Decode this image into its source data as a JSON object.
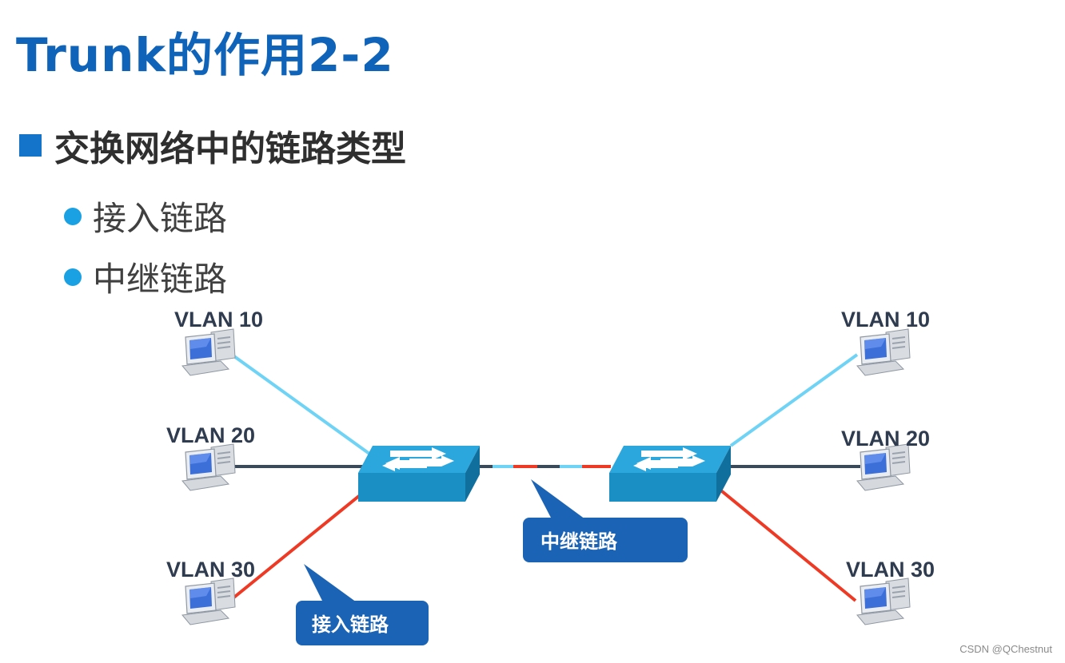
{
  "title": "Trunk的作用2-2",
  "heading": "交换网络中的链路类型",
  "bullets": [
    "接入链路",
    "中继链路"
  ],
  "vlans": {
    "left": [
      "VLAN 10",
      "VLAN 20",
      "VLAN 30"
    ],
    "right": [
      "VLAN 10",
      "VLAN 20",
      "VLAN 30"
    ]
  },
  "callouts": {
    "access": "接入链路",
    "trunk": "中继链路"
  },
  "colors": {
    "vlan10": "#6fd3f5",
    "vlan20": "#3b4a5a",
    "vlan30": "#ee3a24",
    "switch": "#1d9ed6",
    "callout": "#1a63b5",
    "title": "#0f63b8"
  },
  "watermark": "CSDN @QChestnut"
}
